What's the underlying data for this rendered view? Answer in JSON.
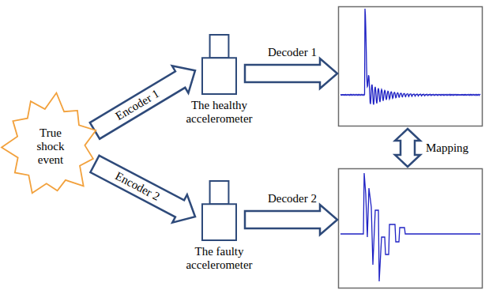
{
  "diagram": {
    "nodes": [
      {
        "text": [
          "True shock event"
        ]
      },
      {
        "text": [
          "The healthy accelerometer"
        ]
      },
      {
        "text": [
          "The faulty accelerometer"
        ]
      }
    ],
    "edges": [
      {
        "from": 0,
        "to": 1,
        "label": "Encoder 1",
        "arrow": "to"
      },
      {
        "from": 0,
        "to": 2,
        "label": "Encoder 2",
        "arrow": "to"
      }
    ],
    "labels": [
      "Decoder 1",
      "Mapping",
      "Decoder 2"
    ]
  }
}
